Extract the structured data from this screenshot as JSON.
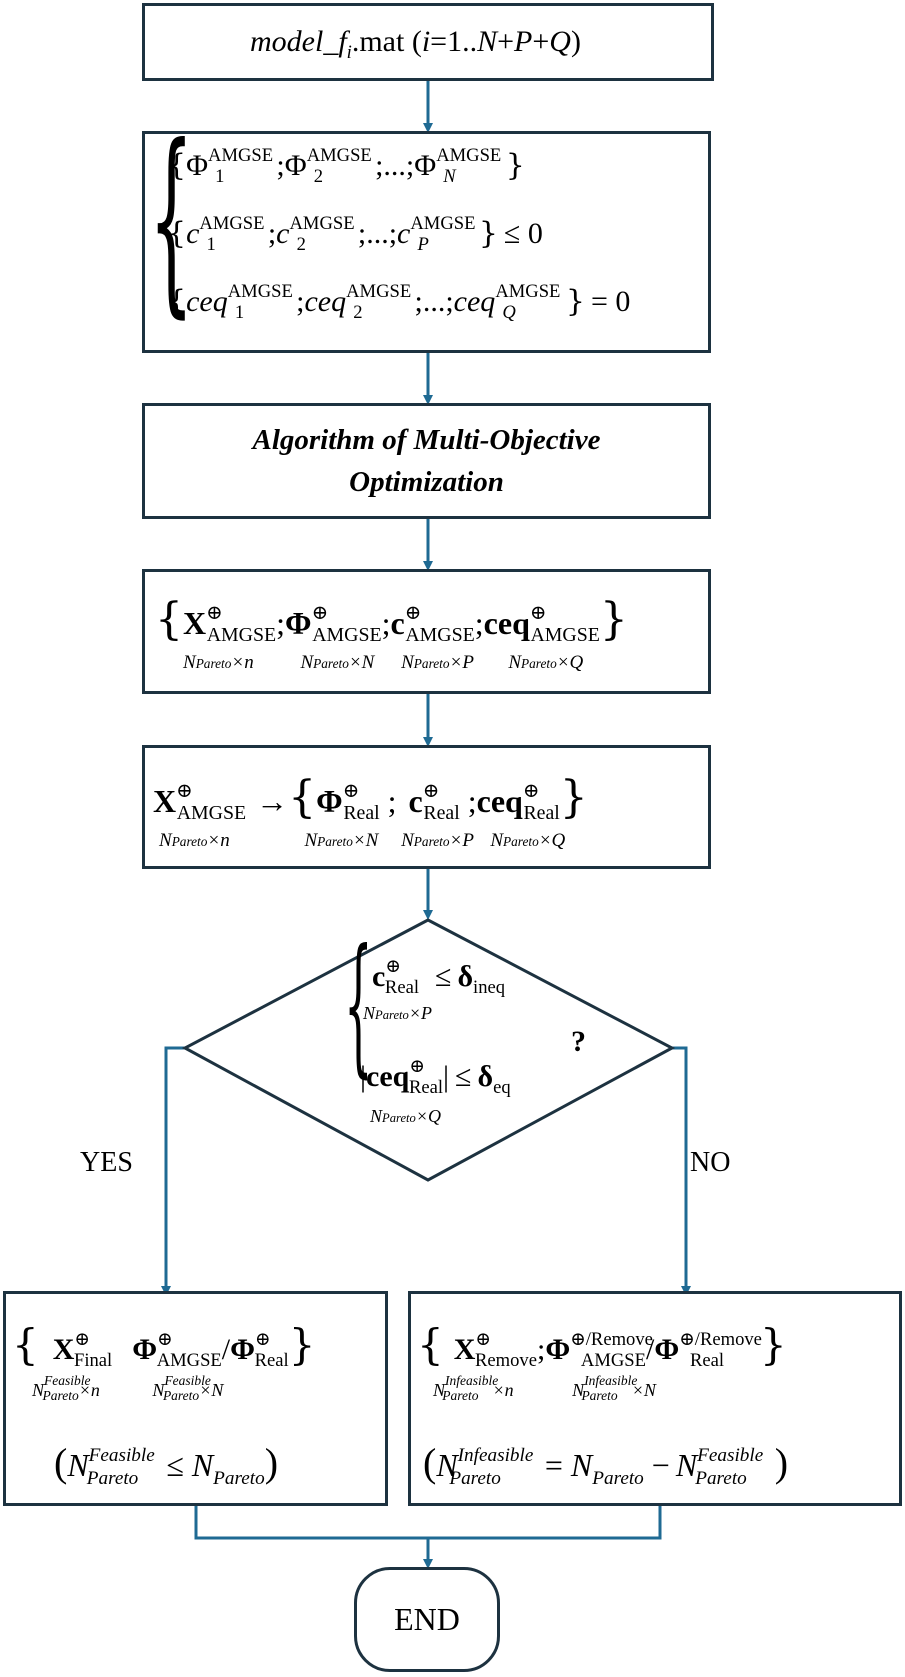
{
  "top_box": {
    "prefix": "model_",
    "f": "f",
    "i_sub": "i",
    "mat": ".mat (",
    "i": "i",
    "eq": "=1..",
    "N": "N",
    "plus1": "+",
    "P": "P",
    "plus2": "+",
    "Q": "Q",
    "close": ")"
  },
  "surrogate_box": {
    "phi_symbol": "Φ",
    "c_symbol": "c",
    "ceq_symbol": "ceq",
    "sup": "AMGSE",
    "idx1": "1",
    "idx2": "2",
    "idxN": "N",
    "idxP": "P",
    "idxQ": "Q",
    "sep": ";...;",
    "semi": ";",
    "le_zero": "≤ 0",
    "eq_zero": "= 0"
  },
  "algorithm_box": {
    "line1": "Algorithm of Multi-Objective",
    "line2": "Optimization"
  },
  "pareto_box": {
    "X": "X",
    "Phi": "Φ",
    "c": "c",
    "ceq": "ceq",
    "oplus": "⊕",
    "amgse": "AMGSE",
    "dim_x": "N",
    "pareto": "Pareto",
    "xn": "×n",
    "xN": "×N",
    "xP": "×P",
    "xQ": "×Q",
    "semi": ";"
  },
  "real_box": {
    "arrow": "→",
    "real": "Real"
  },
  "decision": {
    "ineq": "ineq",
    "eq": "eq",
    "delta": "δ",
    "le": "≤",
    "question": "?"
  },
  "branches": {
    "yes": "YES",
    "no": "NO"
  },
  "final_box": {
    "final": "Final",
    "feasible": "Feasible",
    "slash": "/",
    "le": "≤"
  },
  "remove_box": {
    "remove": "Remove",
    "oplus_remove": "⊕/Remove",
    "infeasible": "Infeasible",
    "eq": "=",
    "minus": "−"
  },
  "end": {
    "label": "END"
  },
  "colors": {
    "box_border": "#1d3240",
    "arrow": "#1f6a93"
  }
}
